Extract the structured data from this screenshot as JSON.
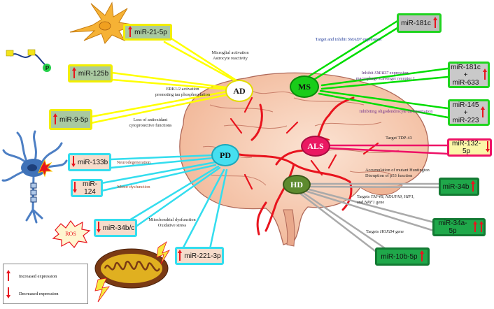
{
  "colors": {
    "ad": "#ffff00",
    "ms": "#00dd00",
    "pd": "#33ddee",
    "als": "#ee1166",
    "hd": "#aaaaaa",
    "red": "#e8141e",
    "brain": "#f6cab0"
  },
  "diseases": {
    "ad": "AD",
    "ms": "MS",
    "pd": "PD",
    "als": "ALS",
    "hd": "HD"
  },
  "mirnas": {
    "mir21": "miR-21-5p",
    "mir125b": "miR-125b",
    "mir9": "miR-9-5p",
    "mir181c_top": "miR-181c",
    "mir181c_633": "miR-181c\n+\nmiR-633",
    "mir145_223": "miR-145\n+\nmiR-223",
    "mir132": "miR-132-5p",
    "mir34b": "miR-34b",
    "mir34a": "miR-34a-5p",
    "mir10b": "miR-10b-5p",
    "mir133b": "miR-133b",
    "mir124": "miR-124",
    "mir34bc": "miR-34b/c",
    "mir221": "miR-221-3p"
  },
  "annotations": {
    "microglial": "Microglial activation\nAstrocyte reactivity",
    "erk": "ERK1/2 activation\npromoting tau phosphorylation",
    "antioxidant": "Loss of antioxidant\ncytoprotective functions",
    "smad7_target_pre": "Target  and inhibit ",
    "smad7_target_gene": "SMAD7",
    "smad7_target_post": " expression",
    "smad7_inhibit_pre": "Inhibit ",
    "smad7_inhibit_gene": "SMAD7",
    "smad7_inhibit_post": " expression,\nmacrophage scavenger receptor 1",
    "oligo": "Inhibiting oligodendrocyte differentiation",
    "tdp43": "Target TDP-43",
    "huntingtin": "Accumulation of mutant Huntington\nDisruption of p53 function",
    "taf_pre": "Targets ",
    "taf_genes": "TAF4B,  NDUFA9, HIP1,",
    "taf_and": "\nand ",
    "taf_nrf": "NRF1",
    "taf_post": " gene",
    "hoxd_pre": "Targets ",
    "hoxd_gene": "HOXD4",
    "hoxd_post": "  gene",
    "neurodegeneration": "Neurodegeneration",
    "motor": "Motor dysfunction",
    "mito": "Mitochondrial dysfunction\nOxidative stress"
  },
  "ros": "ROS",
  "phospho_label": "P",
  "legend": {
    "increased": "Increased expression",
    "decreased": "Decreased expression"
  }
}
